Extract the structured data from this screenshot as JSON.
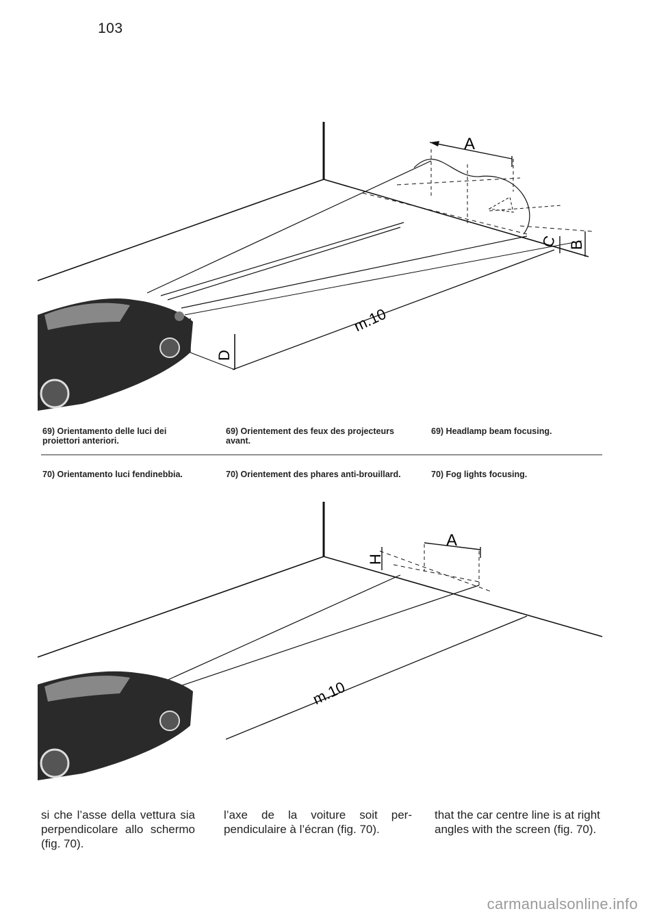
{
  "page_number": "103",
  "fig69": {
    "labels": {
      "A": "A",
      "B": "B",
      "C": "C",
      "D": "D",
      "distance": "m.10"
    },
    "captions": {
      "it": "69) Orientamento delle luci dei proiettori anteriori.",
      "fr": "69) Orientement des feux des projecteurs avant.",
      "en": "69) Headlamp beam focusing."
    }
  },
  "fig70": {
    "labels": {
      "A": "A",
      "H": "H",
      "distance": "m.10"
    },
    "captions": {
      "it": "70) Orientamento luci fendinebbia.",
      "fr": "70) Orientement des phares anti-brouillard.",
      "en": "70) Fog lights focusing."
    }
  },
  "body": {
    "it": "si che l’asse della vettura sia perpendicolare allo schermo (fig. 70).",
    "fr": "l’axe de la voiture soit per-pendiculaire à l’écran (fig. 70).",
    "en": "that the car centre line is at right angles with the screen (fig. 70)."
  },
  "watermark": "carmanualsonline.info"
}
